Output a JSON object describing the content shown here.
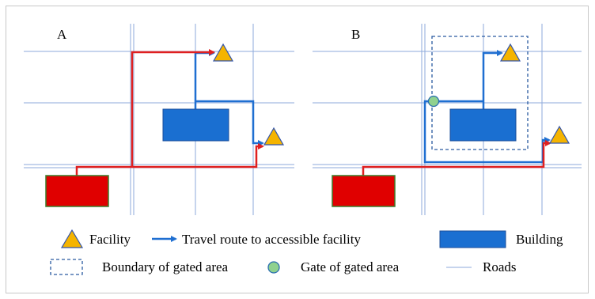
{
  "panels": {
    "a_label": "A",
    "b_label": "B"
  },
  "legend": {
    "facility": "Facility",
    "travel_route": "Travel route to accessible facility",
    "building": "Building",
    "boundary": "Boundary of gated area",
    "gate": "Gate of gated area",
    "roads": "Roads"
  },
  "colors": {
    "road": "#8eaadb",
    "route_red": "#e02020",
    "route_blue": "#1f6fd1",
    "building": "#1a6fd1",
    "origin": "#e00000",
    "origin_border": "#3a7d2a",
    "facility_fill": "#f5b400",
    "facility_stroke": "#3355aa",
    "gate_fill": "#8fd18f",
    "gate_stroke": "#2a6fb0",
    "boundary": "#2a5aa0"
  }
}
